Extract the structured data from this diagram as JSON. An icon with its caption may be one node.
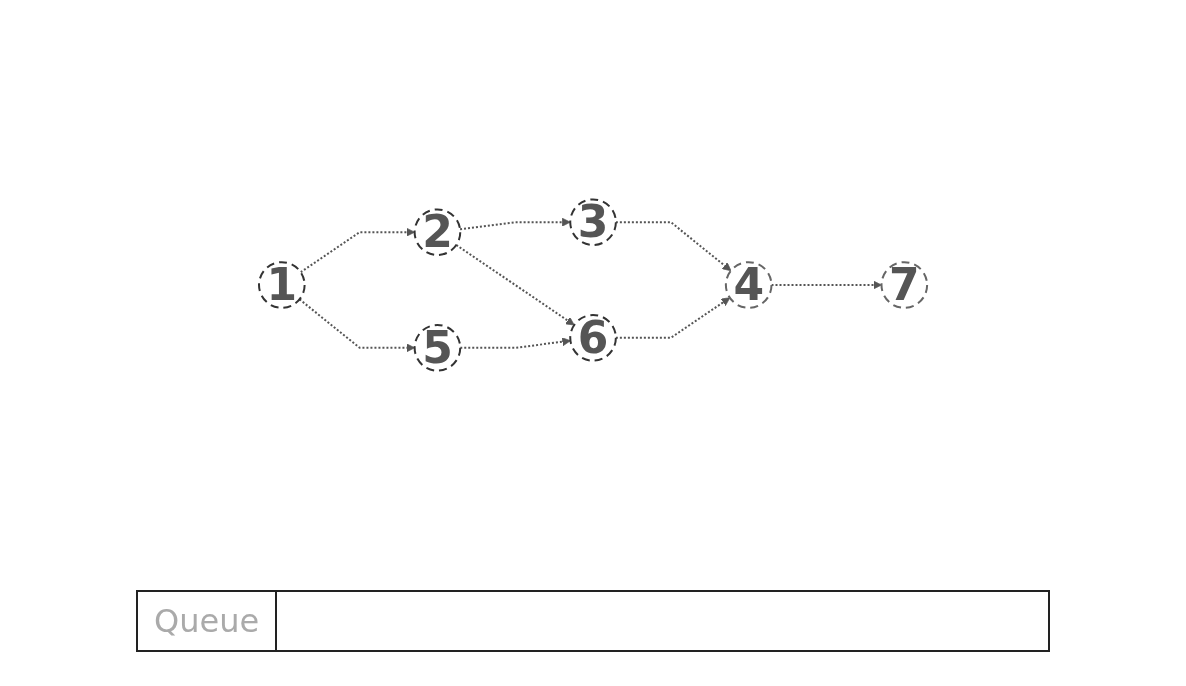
{
  "diagram": {
    "nodes": [
      {
        "text": [
          "1"
        ]
      },
      {
        "text": [
          "2"
        ]
      },
      {
        "text": [
          "3"
        ]
      },
      {
        "text": [
          "4"
        ]
      },
      {
        "text": [
          "5"
        ]
      },
      {
        "text": [
          "6"
        ]
      },
      {
        "text": [
          "7"
        ]
      }
    ],
    "edges": [
      {
        "from": 0,
        "to": 1,
        "arrow": "to",
        "style": "dashed"
      },
      {
        "from": 0,
        "to": 4,
        "arrow": "to",
        "style": "dashed"
      },
      {
        "from": 1,
        "to": 2,
        "arrow": "to",
        "style": "dashed"
      },
      {
        "from": 1,
        "to": 5,
        "arrow": "to",
        "style": "dashed"
      },
      {
        "from": 2,
        "to": 3,
        "arrow": "to",
        "style": "dashed"
      },
      {
        "from": 4,
        "to": 5,
        "arrow": "to",
        "style": "dashed"
      },
      {
        "from": 5,
        "to": 3,
        "arrow": "to",
        "style": "dashed"
      },
      {
        "from": 3,
        "to": 6,
        "arrow": "to",
        "style": "dashed"
      }
    ],
    "labels": [
      "Queue"
    ]
  }
}
